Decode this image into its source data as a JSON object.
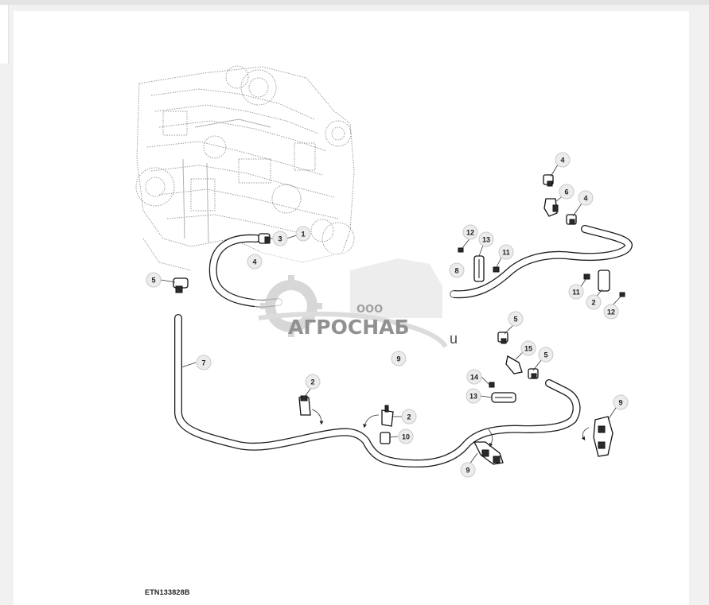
{
  "figure_id": "ETN133828B",
  "watermark": {
    "prefix": "ООО",
    "brand": "АГРОСНАБ",
    "suffix": "u"
  },
  "callouts": [
    {
      "id": "c1",
      "label": "1"
    },
    {
      "id": "c3",
      "label": "3"
    },
    {
      "id": "c4a",
      "label": "4"
    },
    {
      "id": "c5a",
      "label": "5"
    },
    {
      "id": "c7",
      "label": "7"
    },
    {
      "id": "c4b",
      "label": "4"
    },
    {
      "id": "c6",
      "label": "6"
    },
    {
      "id": "c4c",
      "label": "4"
    },
    {
      "id": "c12a",
      "label": "12"
    },
    {
      "id": "c13a",
      "label": "13"
    },
    {
      "id": "c11a",
      "label": "11"
    },
    {
      "id": "c8",
      "label": "8"
    },
    {
      "id": "c11b",
      "label": "11"
    },
    {
      "id": "c2a",
      "label": "2"
    },
    {
      "id": "c12b",
      "label": "12"
    },
    {
      "id": "c9a",
      "label": "9"
    },
    {
      "id": "c5b",
      "label": "5"
    },
    {
      "id": "c15",
      "label": "15"
    },
    {
      "id": "c5c",
      "label": "5"
    },
    {
      "id": "c14",
      "label": "14"
    },
    {
      "id": "c13b",
      "label": "13"
    },
    {
      "id": "c2b",
      "label": "2"
    },
    {
      "id": "c2c",
      "label": "2"
    },
    {
      "id": "c10",
      "label": "10"
    },
    {
      "id": "c9b",
      "label": "9"
    },
    {
      "id": "c9c",
      "label": "9"
    }
  ]
}
